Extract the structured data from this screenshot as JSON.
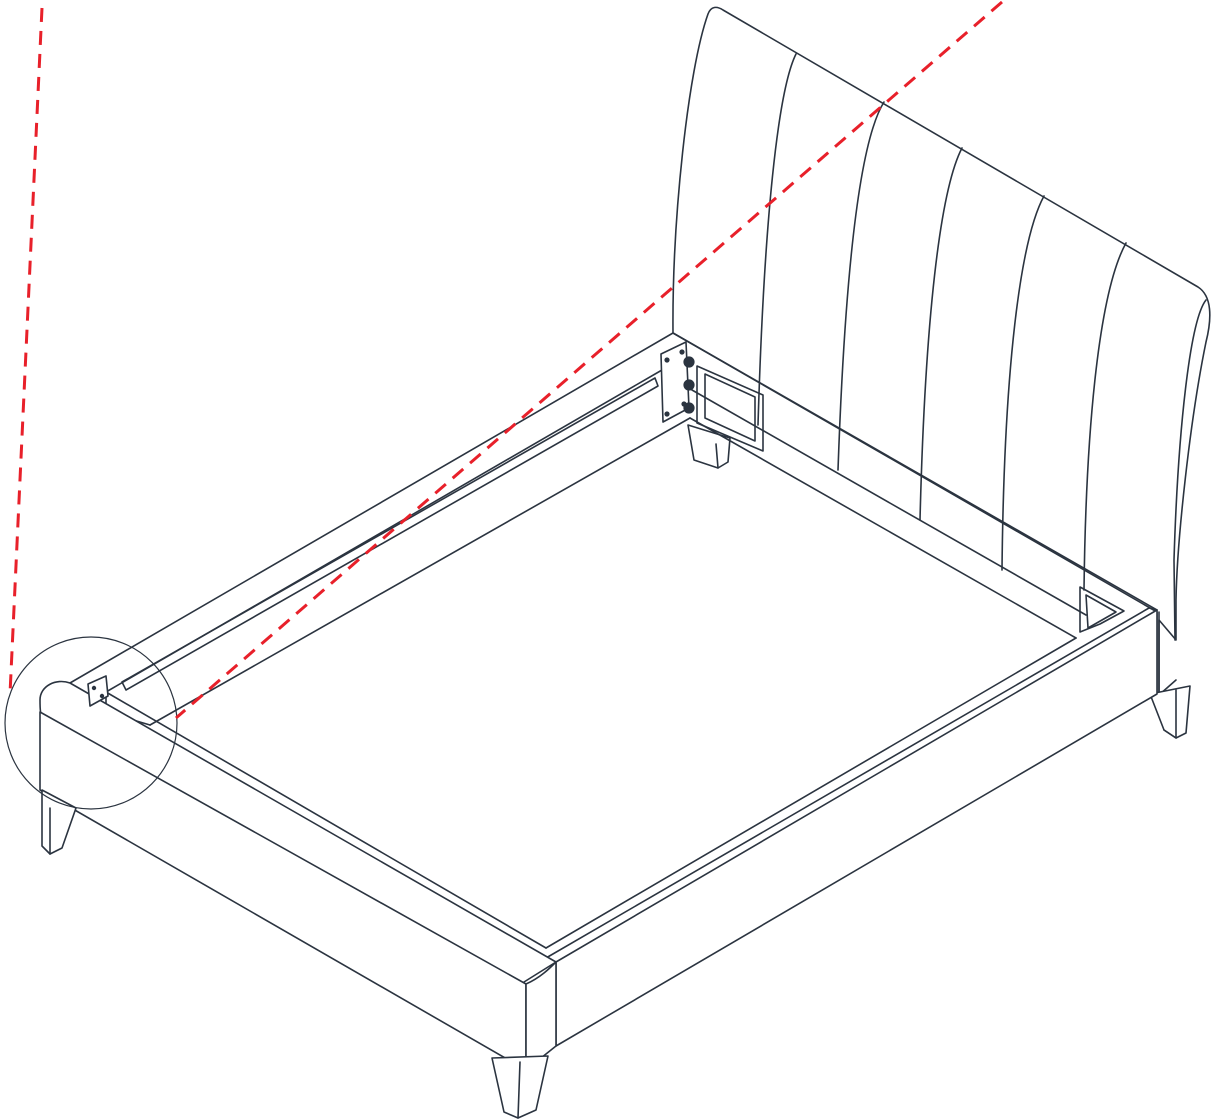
{
  "colors": {
    "line": "#2b3440",
    "guide": "#e8202a",
    "background": "#ffffff"
  },
  "diagram": {
    "subject": "bed-frame-assembly",
    "callouts": [
      {
        "id": "corner-detail",
        "shape": "circle",
        "style": "solid"
      }
    ],
    "guides": [
      {
        "id": "guide-vertical",
        "style": "dashed"
      },
      {
        "id": "guide-diagonal",
        "style": "dashed"
      }
    ],
    "labels": []
  }
}
